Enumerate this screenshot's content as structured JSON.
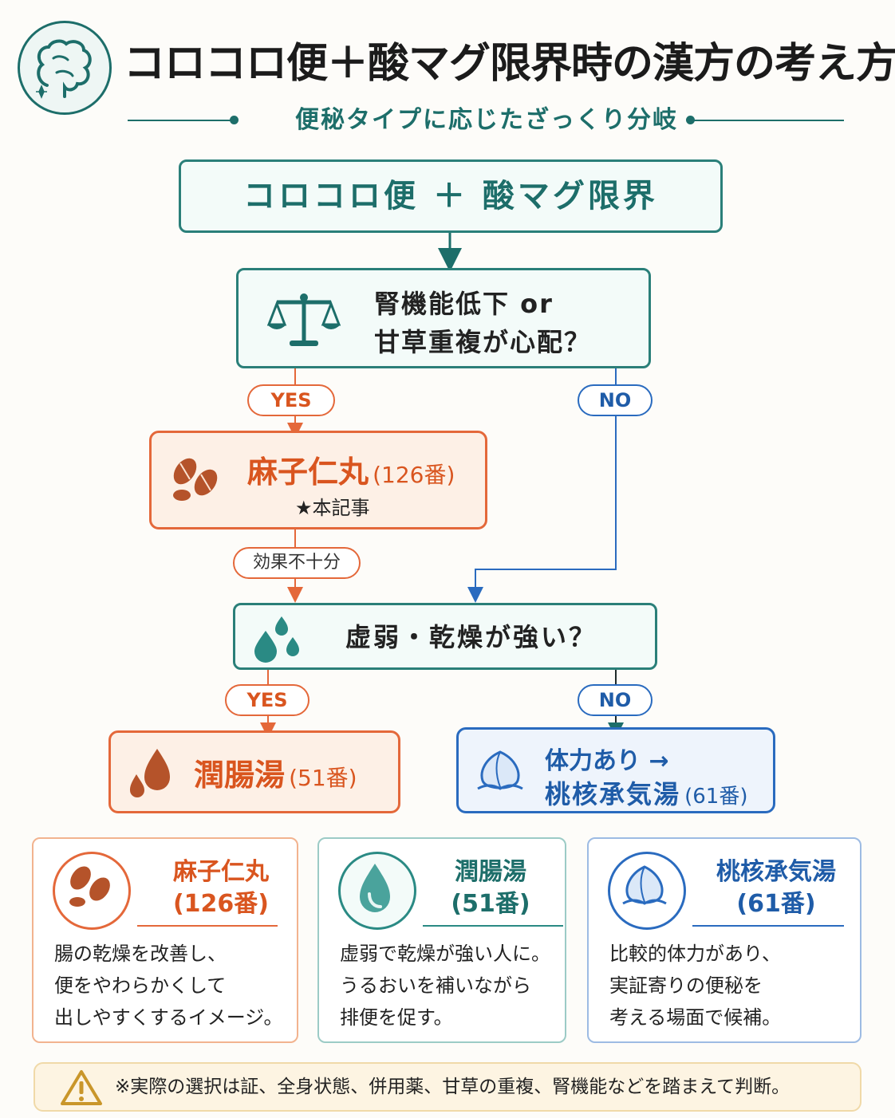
{
  "header": {
    "title": "コロコロ便＋酸マグ限界時の漢方の考え方",
    "subtitle": "便秘タイプに応じたざっくり分岐",
    "icon": "intestine-icon"
  },
  "flow": {
    "start": "コロコロ便 ＋ 酸マグ限界",
    "q1": {
      "line1": "腎機能低下 or",
      "line2": "甘草重複が心配？",
      "icon": "balance-scale-icon"
    },
    "q1_yes": "YES",
    "q1_no": "NO",
    "result1": {
      "name": "麻子仁丸",
      "number": "(126番)",
      "note": "★本記事",
      "icon": "seeds-icon"
    },
    "insufficient": "効果不十分",
    "q2": {
      "text": "虚弱・乾燥が強い？",
      "icon": "water-drops-icon"
    },
    "q2_yes": "YES",
    "q2_no": "NO",
    "result2": {
      "name": "潤腸湯",
      "number": "(51番)",
      "icon": "oil-drops-icon"
    },
    "result3": {
      "line1": "体力あり →",
      "name": "桃核承気湯",
      "number": "(61番)",
      "icon": "peach-icon"
    }
  },
  "cards": [
    {
      "name": "麻子仁丸",
      "number": "(126番)",
      "desc": [
        "腸の乾燥を改善し、",
        "便をやわらかくして",
        "出しやすくするイメージ。"
      ],
      "icon": "seeds-icon"
    },
    {
      "name": "潤腸湯",
      "number": "(51番)",
      "desc": [
        "虚弱で乾燥が強い人に。",
        "うるおいを補いながら",
        "排便を促す。"
      ],
      "icon": "water-drop-icon"
    },
    {
      "name": "桃核承気湯",
      "number": "(61番)",
      "desc": [
        "比較的体力があり、",
        "実証寄りの便秘を",
        "考える場面で候補。"
      ],
      "icon": "peach-icon"
    }
  ],
  "note": {
    "text": "※実際の選択は証、全身状態、併用薬、甘草の重複、腎機能などを踏まえて判断。",
    "icon": "warning-icon"
  },
  "colors": {
    "teal": "#2a7f79",
    "orange": "#e4683a",
    "blue": "#2a6bbf"
  }
}
